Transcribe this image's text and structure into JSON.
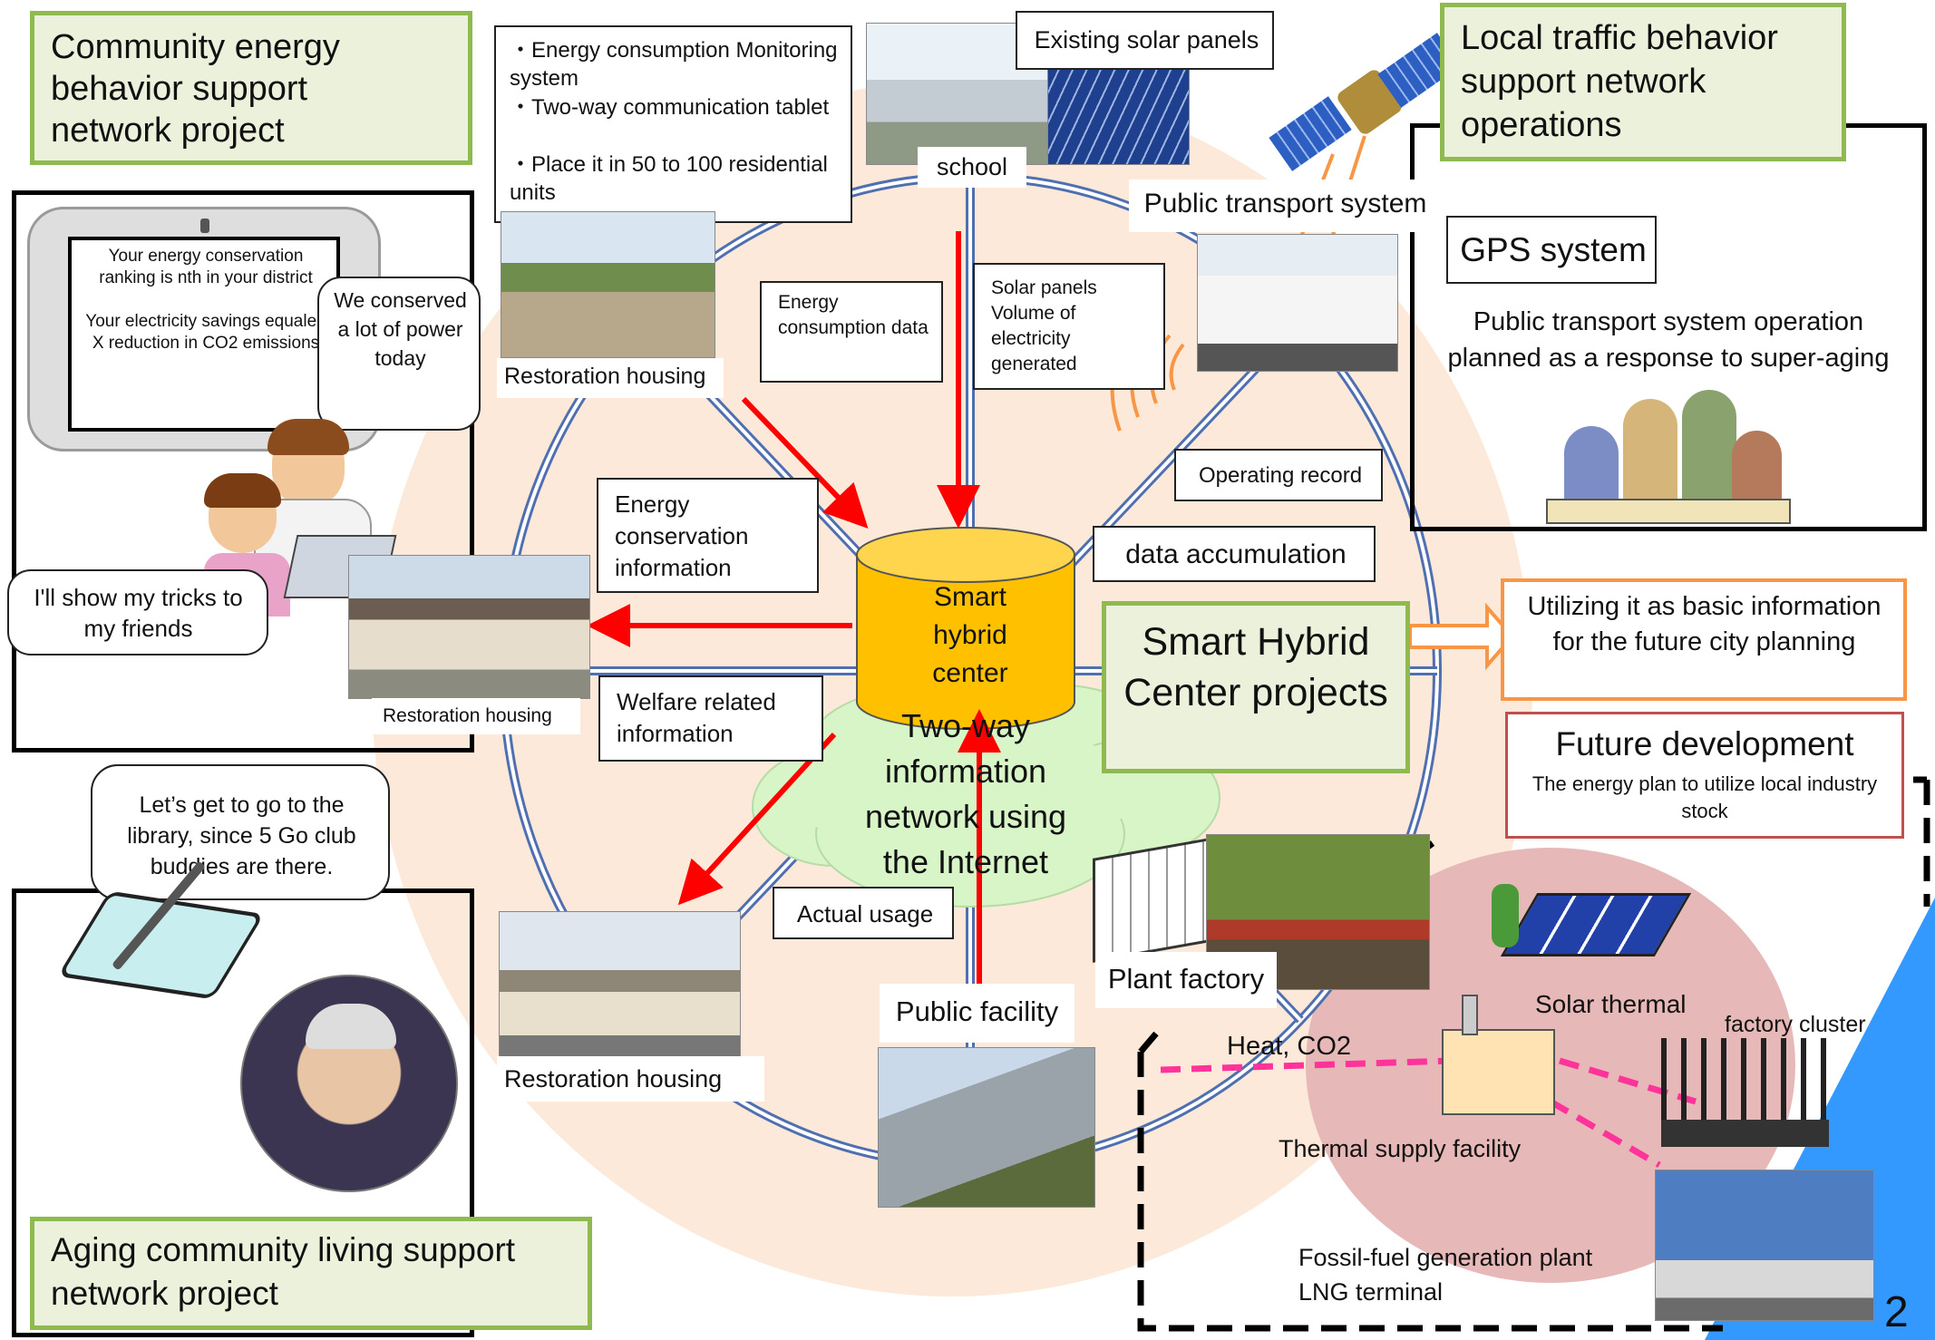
{
  "projects": {
    "community_energy": "Community energy behavior support network project",
    "local_traffic": "Local traffic behavior support network operations",
    "aging_community": "Aging community living support network project",
    "smart_hybrid": "Smart Hybrid Center projects"
  },
  "center": {
    "cylinder_label": "Smart hybrid center",
    "cloud_label": "Two-way information network using the Internet",
    "data_accumulation": "data accumulation"
  },
  "notes": {
    "monitoring": [
      "・Energy consumption Monitoring system",
      "・Two-way communication tablet",
      "・Place it in 50 to 100 residential units"
    ],
    "energy_consumption_data": "Energy consumption data",
    "solar_volume": "Solar panels Volume of electricity generated",
    "energy_conservation_info": "Energy conservation information",
    "welfare_info": "Welfare related information",
    "actual_usage": "Actual usage",
    "operating_record": "Operating record",
    "existing_solar": "Existing solar panels",
    "gps_system": "GPS system",
    "public_transport_system": "Public transport system",
    "transport_operation": "Public transport system operation planned as a response to super-aging",
    "utilizing": "Utilizing it as basic information for the future city planning"
  },
  "tablet": {
    "message": "Your energy conservation ranking is nth in your district\n\nYour electricity savings equaled X reduction in CO2 emissions",
    "bubble_conserved": "We conserved a lot of power today",
    "bubble_tricks": "I'll show my tricks to my friends",
    "bubble_library": "Let’s get to go to the library, since 5 Go club buddies are there."
  },
  "places": {
    "school": "school",
    "restoration_top": "Restoration housing",
    "restoration_mid": "Restoration housing",
    "restoration_bottom": "Restoration housing",
    "public_facility": "Public facility",
    "plant_factory": "Plant factory"
  },
  "future": {
    "title": "Future development",
    "subtitle": "The energy plan to utilize local industry stock",
    "solar_thermal": "Solar thermal",
    "factory_cluster": "factory cluster",
    "heat_co2": "Heat, CO2",
    "thermal_supply": "Thermal supply facility",
    "fossil_fuel": "Fossil-fuel generation  plant\nLNG terminal"
  },
  "page_number": "2",
  "colors": {
    "green_fill": "#ecf1dc",
    "green_border": "#8fba4f",
    "orange_border": "#f79646",
    "red_border": "#c0504d",
    "cylinder": "#ffc000",
    "wheel_blue": "#4f6fb0",
    "arrow_red": "#ff0000",
    "peach_disc": "#fde9d9",
    "pink_disc": "#e6b8b7",
    "cloud": "#d8f5c8",
    "blue_triangle": "#3399ff",
    "heat_line": "#ff3399"
  }
}
